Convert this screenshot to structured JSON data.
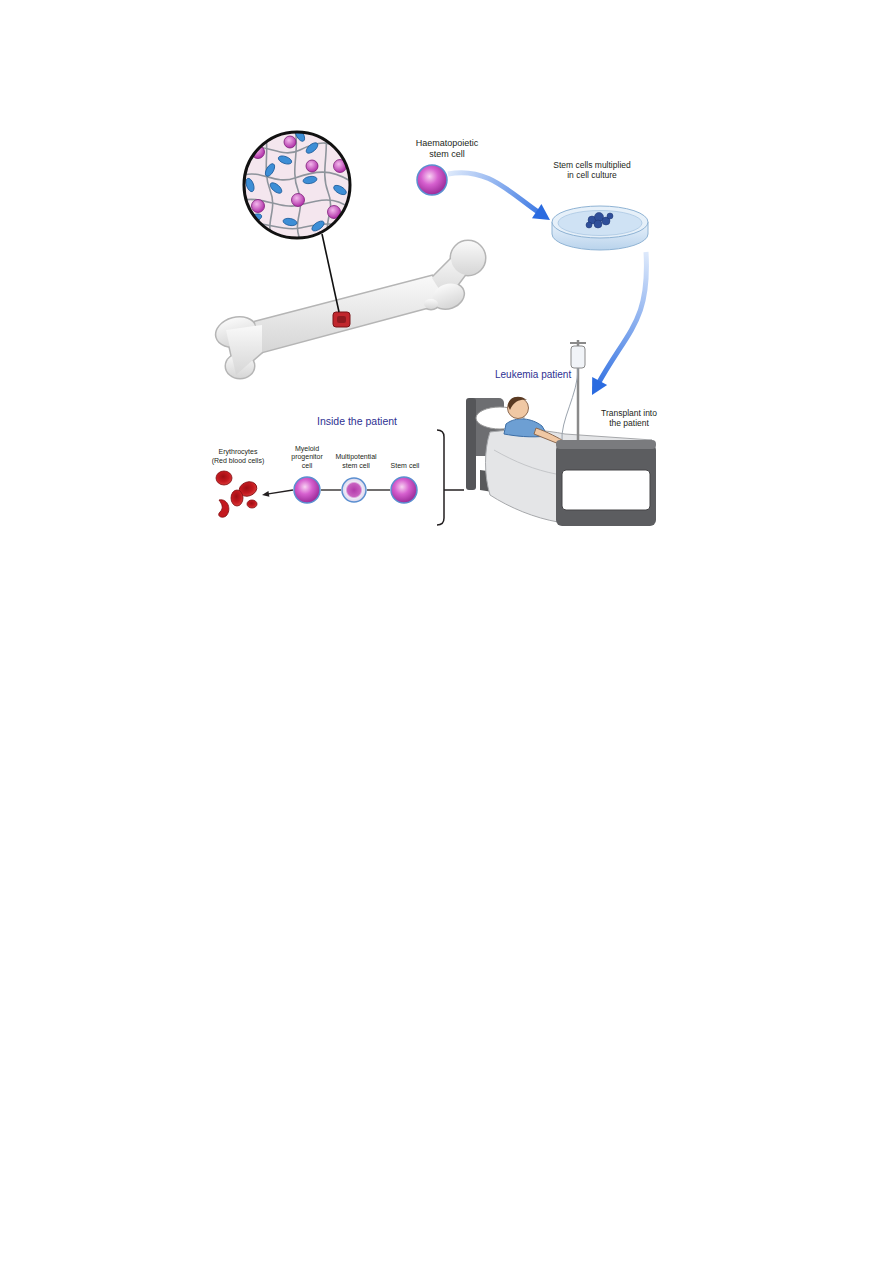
{
  "diagram": {
    "nodes": [
      {
        "text": [
          "Haematopoietic stem cell"
        ]
      },
      {
        "text": [
          "Stem cells multiplied in cell culture"
        ]
      },
      {
        "text": [
          "Leukemia patient"
        ]
      },
      {
        "text": [
          "Stem cell"
        ]
      },
      {
        "text": [
          "Multipotential stem cell"
        ]
      },
      {
        "text": [
          "Myeloid progenitor cell"
        ]
      },
      {
        "text": [
          "Erythrocytes (Red blood cells)"
        ]
      }
    ],
    "edges": [
      {
        "from": 0,
        "to": 1,
        "arrow": "to"
      },
      {
        "from": 1,
        "to": 2,
        "label": "Transplant into the patient",
        "arrow": "to"
      },
      {
        "from": 3,
        "to": 4,
        "arrow": "none"
      },
      {
        "from": 4,
        "to": 5,
        "arrow": "none"
      },
      {
        "from": 5,
        "to": 6,
        "arrow": "to"
      }
    ],
    "labels": [
      "Inside the patient"
    ]
  }
}
